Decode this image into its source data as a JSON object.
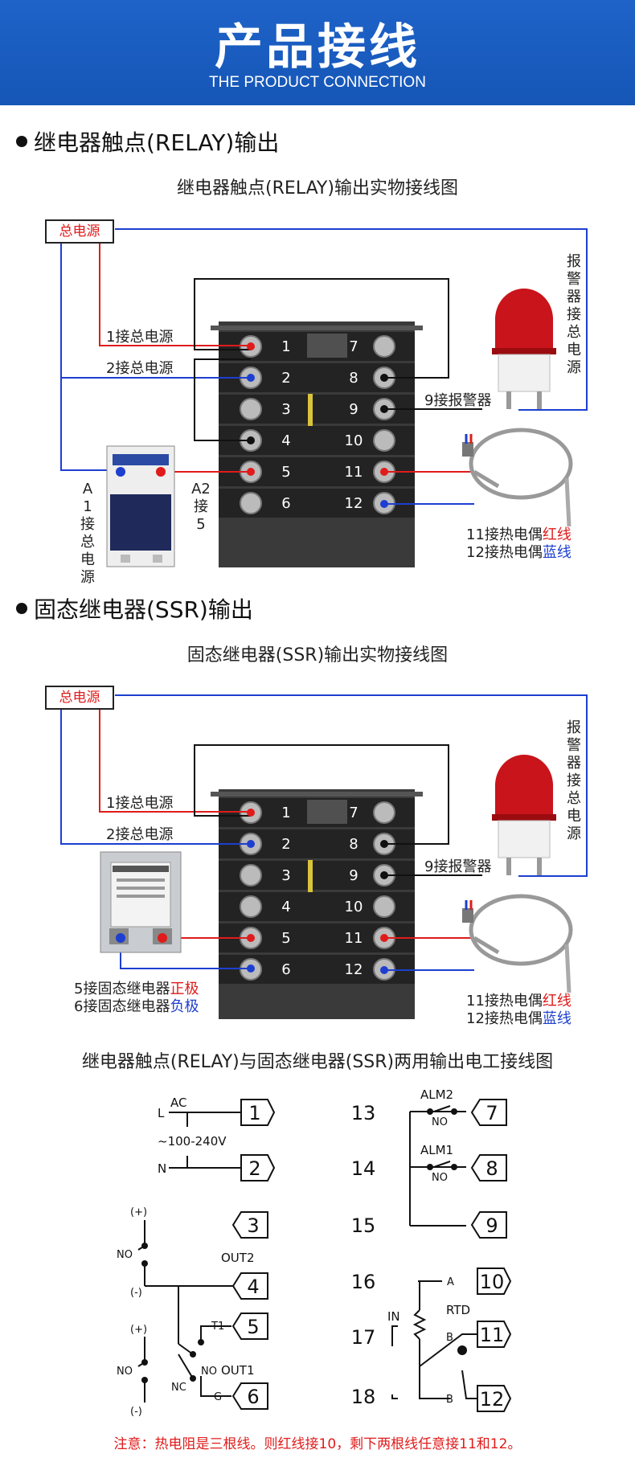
{
  "banner": {
    "title": "产品接线",
    "subtitle": "THE PRODUCT CONNECTION"
  },
  "relay": {
    "heading": "继电器触点(RELAY)输出",
    "subtitle": "继电器触点(RELAY)输出实物接线图",
    "power": "总电源",
    "alarm_power": "报警器接总电源",
    "l1": "1接总电源",
    "l2": "2接总电源",
    "l9": "9接报警器",
    "a1": "A1接总电源",
    "a2": "A2接5",
    "tc11_prefix": "11接热电偶",
    "tc11_color": "红线",
    "tc12_prefix": "12接热电偶",
    "tc12_color": "蓝线",
    "left_nums": [
      "1",
      "2",
      "3",
      "4",
      "5",
      "6"
    ],
    "right_nums": [
      "7",
      "8",
      "9",
      "10",
      "11",
      "12"
    ]
  },
  "ssr": {
    "heading": "固态继电器(SSR)输出",
    "subtitle": "固态继电器(SSR)输出实物接线图",
    "power": "总电源",
    "alarm_power": "报警器接总电源",
    "l1": "1接总电源",
    "l2": "2接总电源",
    "l9": "9接报警器",
    "s5_prefix": "5接固态继电器",
    "s5_color": "正极",
    "s6_prefix": "6接固态继电器",
    "s6_color": "负极",
    "tc11_prefix": "11接热电偶",
    "tc11_color": "红线",
    "tc12_prefix": "12接热电偶",
    "tc12_color": "蓝线",
    "left_nums": [
      "1",
      "2",
      "3",
      "4",
      "5",
      "6"
    ],
    "right_nums": [
      "7",
      "8",
      "9",
      "10",
      "11",
      "12"
    ]
  },
  "schematic": {
    "title": "继电器触点(RELAY)与固态继电器(SSR)两用输出电工接线图",
    "ac": "AC",
    "l": "L",
    "n": "N",
    "range": "~100-240V",
    "plus": "(+)",
    "minus": "(-)",
    "no": "NO",
    "nc": "NC",
    "out2": "OUT2",
    "out1": "OUT1",
    "t1": "T1",
    "g": "G",
    "alm2": "ALM2",
    "alm1": "ALM1",
    "in": "IN",
    "rtd": "RTD",
    "a": "A",
    "b": "B",
    "left_terms": [
      "1",
      "2",
      "3",
      "4",
      "5",
      "6"
    ],
    "right_terms": [
      "7",
      "8",
      "9",
      "10",
      "11",
      "12"
    ],
    "mid_nums": [
      "13",
      "14",
      "15",
      "16",
      "17",
      "18"
    ]
  },
  "note": "注意：热电阻是三根线。则红线接10，剩下两根线任意接11和12。",
  "colors": {
    "banner": "#1556b6",
    "red_wire": "#e01b1b",
    "blue_wire": "#1d3fd0"
  }
}
